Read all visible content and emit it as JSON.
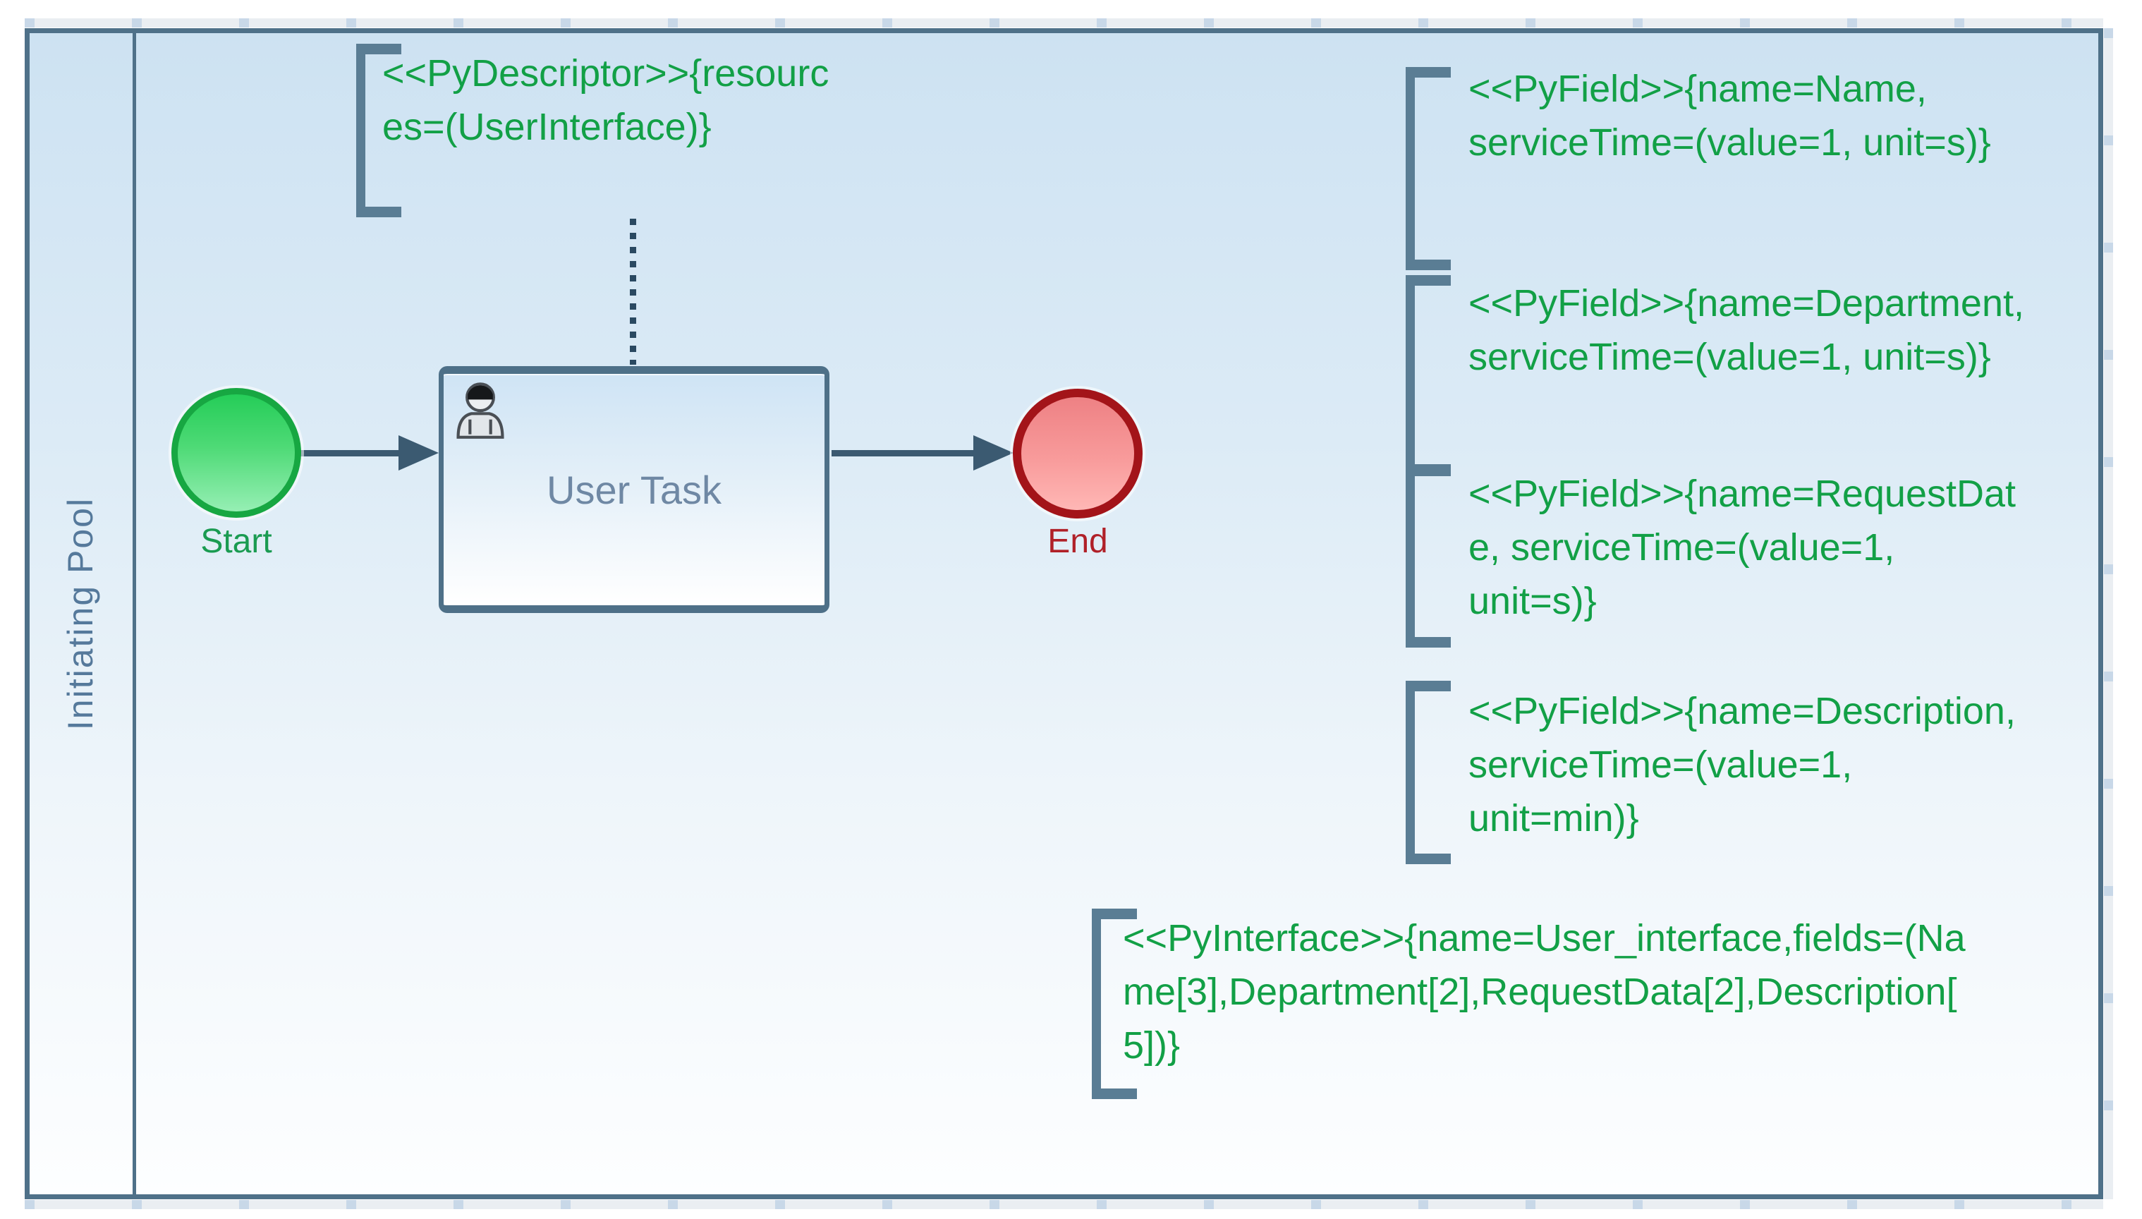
{
  "pool": {
    "label": "Initiating Pool"
  },
  "process": {
    "start_event": {
      "label": "Start"
    },
    "task": {
      "label": "User Task"
    },
    "end_event": {
      "label": "End"
    }
  },
  "annotations": {
    "descriptor": {
      "text": "<<PyDescriptor>>{resourc\nes=(UserInterface)}"
    },
    "field_name": {
      "text": "<<PyField>>{name=Name,\nserviceTime=(value=1, unit=s)}"
    },
    "field_department": {
      "text": "<<PyField>>{name=Department,\nserviceTime=(value=1, unit=s)}"
    },
    "field_request_date": {
      "text": "<<PyField>>{name=RequestDat\ne, serviceTime=(value=1,\nunit=s)}"
    },
    "field_description": {
      "text": "<<PyField>>{name=Description,\nserviceTime=(value=1,\nunit=min)}"
    },
    "interface": {
      "text": "<<PyInterface>>{name=User_interface,fields=(Na\nme[3],Department[2],RequestData[2],Description[\n5])}"
    }
  },
  "colors": {
    "annotation_text": "#12a046",
    "bracket": "#5a7d94",
    "pool_border": "#4f7189",
    "pool_label": "#55799b",
    "flow_line": "#3b5a71",
    "association_dotted": "#2a4961",
    "start_fill_top": "#25cd58",
    "start_fill_bottom": "#96efb4",
    "start_border": "#17a742",
    "start_label": "#1a9b51",
    "end_fill_top": "#ee8184",
    "end_fill_bottom": "#ffb7b5",
    "end_border": "#a31419",
    "end_label": "#b02028",
    "task_text": "#6f88a4",
    "canvas_top": "#cde2f2",
    "canvas_bottom": "#fdfeff"
  }
}
